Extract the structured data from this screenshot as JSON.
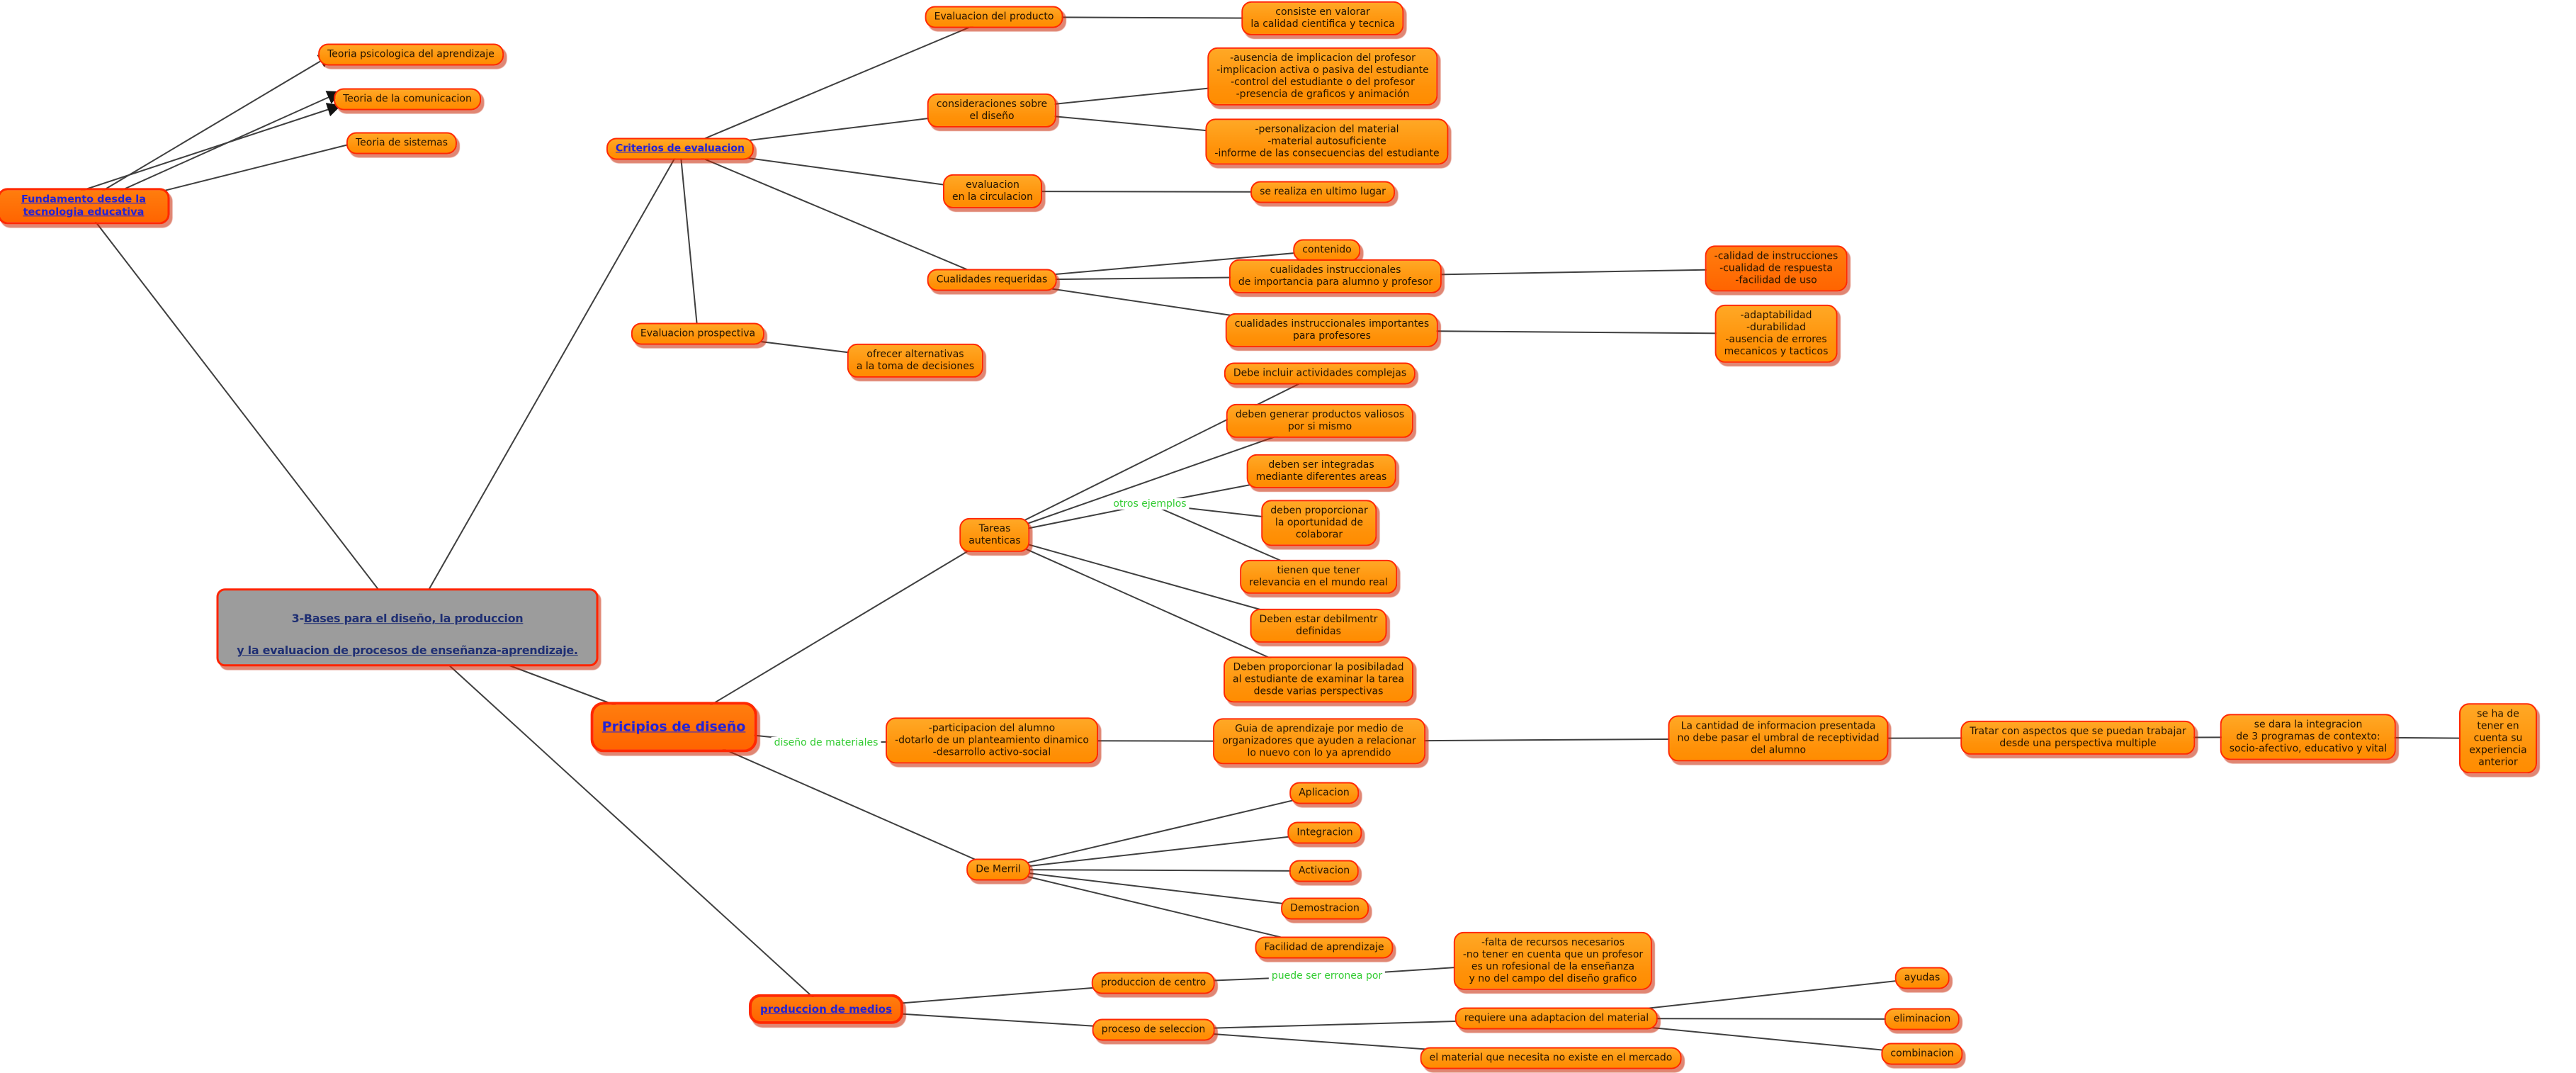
{
  "title": {
    "prefix": "3-",
    "line1": "Bases para el diseño, la produccion",
    "line2": "y la evaluacion de procesos de enseñanza-aprendizaje."
  },
  "nodes": {
    "fundamento": {
      "label": "Fundamento desde la tecnologia educativa"
    },
    "teoria_psicologica": {
      "label": "Teoria psicologica del aprendizaje"
    },
    "teoria_comunicacion": {
      "label": "Teoria de la comunicacion"
    },
    "teoria_sistemas": {
      "label": "Teoria de sistemas"
    },
    "criterios": {
      "label": "Criterios de evaluacion"
    },
    "evaluacion_producto": {
      "label": "Evaluacion del producto"
    },
    "consiste_valorar": {
      "label": "consiste en valorar\nla calidad cientifica y tecnica"
    },
    "consideraciones": {
      "label": "consideraciones sobre\nel diseño"
    },
    "implicacion": {
      "label": "-ausencia de implicacion del profesor\n-implicacion activa o pasiva del estudiante\n-control del estudiante o del profesor\n-presencia de graficos y animación"
    },
    "personalizacion": {
      "label": "-personalizacion del material\n-material autosuficiente\n-informe de las consecuencias del estudiante"
    },
    "evaluacion_circulacion": {
      "label": "evaluacion\nen la circulacion"
    },
    "se_realiza": {
      "label": "se realiza en ultimo lugar"
    },
    "cualidades_requeridas": {
      "label": "Cualidades requeridas"
    },
    "contenido": {
      "label": "contenido"
    },
    "cualidades_alumno": {
      "label": "cualidades instruccionales\nde importancia para alumno y profesor"
    },
    "cualidades_profesores": {
      "label": "cualidades instruccionales importantes\npara profesores"
    },
    "calidad_instrucciones": {
      "label": "-calidad de instrucciones\n-cualidad de respuesta\n-facilidad de uso"
    },
    "adaptabilidad": {
      "label": "-adaptabilidad\n-durabilidad\n-ausencia de errores\nmecanicos y tacticos"
    },
    "evaluacion_prospectiva": {
      "label": "Evaluacion prospectiva"
    },
    "ofrecer_alternativas": {
      "label": "ofrecer alternativas\na la toma de decisiones"
    },
    "tareas_autenticas": {
      "label": "Tareas\nautenticas"
    },
    "debe_incluir": {
      "label": "Debe incluir actividades complejas"
    },
    "deben_generar": {
      "label": "deben generar productos valiosos\npor si mismo"
    },
    "deben_integradas": {
      "label": "deben ser integradas\nmediante diferentes areas"
    },
    "oportunidad_colaborar": {
      "label": "deben proporcionar\nla oportunidad de\ncolaborar"
    },
    "relevancia": {
      "label": "tienen que tener\nrelevancia en el mundo real"
    },
    "debilmente": {
      "label": "Deben estar debilmentr\ndefinidas"
    },
    "examinar": {
      "label": "Deben proporcionar la posibiladad\nal estudiante de examinar la tarea\ndesde varias perspectivas"
    },
    "principios": {
      "label": "Pricipios de diseño"
    },
    "participacion": {
      "label": "-participacion del alumno\n-dotarlo de un planteamiento dinamico\n-desarrollo activo-social"
    },
    "guia": {
      "label": "Guia de aprendizaje por medio de\norganizadores que ayuden a relacionar\nlo nuevo con lo ya aprendido"
    },
    "cantidad": {
      "label": "La cantidad de informacion presentada\nno debe pasar el umbral de receptividad\ndel alumno"
    },
    "tratar": {
      "label": "Tratar con aspectos que se puedan trabajar\ndesde una perspectiva multiple"
    },
    "integracion_programas": {
      "label": "se dara la integracion\nde 3 programas de contexto:\nsocio-afectivo, educativo y vital"
    },
    "experiencia": {
      "label": "se ha de tener en cuenta su\nexperiencia anterior"
    },
    "de_merril": {
      "label": "De Merril"
    },
    "aplicacion": {
      "label": "Aplicacion"
    },
    "integracion": {
      "label": "Integracion"
    },
    "activacion": {
      "label": "Activacion"
    },
    "demostracion": {
      "label": "Demostracion"
    },
    "facilidad": {
      "label": "Facilidad de aprendizaje"
    },
    "produccion_medios": {
      "label": "produccion de medios"
    },
    "produccion_centro": {
      "label": "produccion de centro"
    },
    "falta_recursos": {
      "label": "-falta de recursos necesarios\n-no tener en cuenta que un profesor\nes un rofesional de la enseñanza\ny no del campo del diseño grafico"
    },
    "proceso_seleccion": {
      "label": "proceso de seleccion"
    },
    "requiere_adaptacion": {
      "label": "requiere una adaptacion del material"
    },
    "material_no_existe": {
      "label": "el material que necesita no existe en el mercado"
    },
    "ayudas": {
      "label": "ayudas"
    },
    "eliminacion": {
      "label": "eliminacion"
    },
    "combinacion": {
      "label": "combinacion"
    }
  },
  "link_labels": {
    "otros_ejemplos": {
      "label": "otros ejemplos"
    },
    "diseno_materiales": {
      "label": "diseño de materiales"
    },
    "puede_erronea": {
      "label": "puede ser erronea por"
    }
  },
  "colors": {
    "node_fill": "#ff9108",
    "accent_fill": "#ff6400",
    "node_border": "#ff2800",
    "title_fill": "#9c9c9c",
    "link_text": "#2323d6",
    "label_text": "#33cc33",
    "edge": "#3f3f3f"
  }
}
